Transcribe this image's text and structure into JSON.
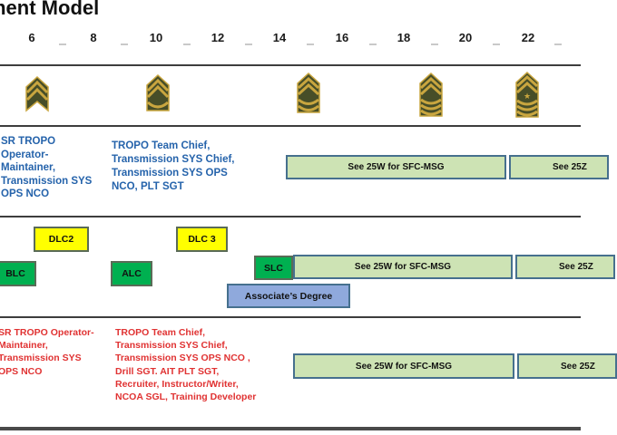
{
  "page": {
    "title": "ment Model",
    "accent_colors": {
      "bar_fill": "#cde3b4",
      "bar_border": "#46708e",
      "yellow_box": "#ffff00",
      "green_box": "#00b050",
      "associates_fill": "#8fa9dc",
      "blue_text": "#2563ab",
      "red_text": "#e03232"
    }
  },
  "axis": {
    "ticks": [
      "6",
      "8",
      "10",
      "12",
      "14",
      "16",
      "18",
      "20",
      "22"
    ]
  },
  "ranks": {
    "icons": [
      "sgt-insignia",
      "ssg-insignia",
      "sfc-insignia",
      "msg-insignia",
      "sgm-insignia"
    ]
  },
  "assignments_blue": {
    "left_block": "SR TROPO\nOperator-\nMaintainer,\nTransmission SYS\nOPS NCO",
    "mid_block": "TROPO Team Chief,\nTransmission SYS Chief,\nTransmission SYS OPS\nNCO, PLT SGT",
    "bar_sfc_msg": "See 25W for SFC-MSG",
    "bar_sgm": "See 25Z"
  },
  "training": {
    "dlc2": "DLC2",
    "dlc3": "DLC 3",
    "blc": "BLC",
    "alc": "ALC",
    "slc": "SLC",
    "bar_sfc_msg": "See 25W for SFC-MSG",
    "bar_sgm": "See 25Z",
    "associates_degree": "Associate’s Degree"
  },
  "assignments_red": {
    "left_block": "SR TROPO Operator-\nMaintainer,\nTransmission SYS\nOPS NCO",
    "mid_block": "TROPO Team Chief,\nTransmission SYS Chief,\nTransmission SYS OPS NCO ,\nDrill SGT. AIT PLT SGT,\nRecruiter, Instructor/Writer,\nNCOA SGL, Training Developer",
    "bar_sfc_msg": "See 25W for SFC-MSG",
    "bar_sgm": "See 25Z"
  }
}
